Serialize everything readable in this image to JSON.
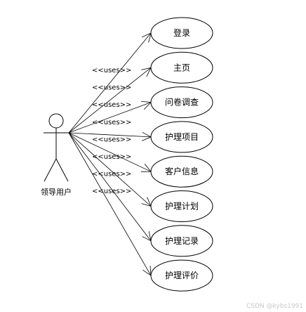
{
  "diagram": {
    "actor": {
      "name": "领导用户"
    },
    "use_cases": [
      {
        "label": "登录",
        "relation": "<<uses>>"
      },
      {
        "label": "主页",
        "relation": "<<uses>>"
      },
      {
        "label": "问卷调查",
        "relation": "<<uses>>"
      },
      {
        "label": "护理项目",
        "relation": "<<uses>>"
      },
      {
        "label": "客户信息",
        "relation": "<<uses>>"
      },
      {
        "label": "护理计划",
        "relation": "<<uses>>"
      },
      {
        "label": "护理记录",
        "relation": "<<uses>>"
      },
      {
        "label": "护理评价",
        "relation": "<<uses>>"
      }
    ],
    "watermark": "CSDN @kybs1991"
  }
}
